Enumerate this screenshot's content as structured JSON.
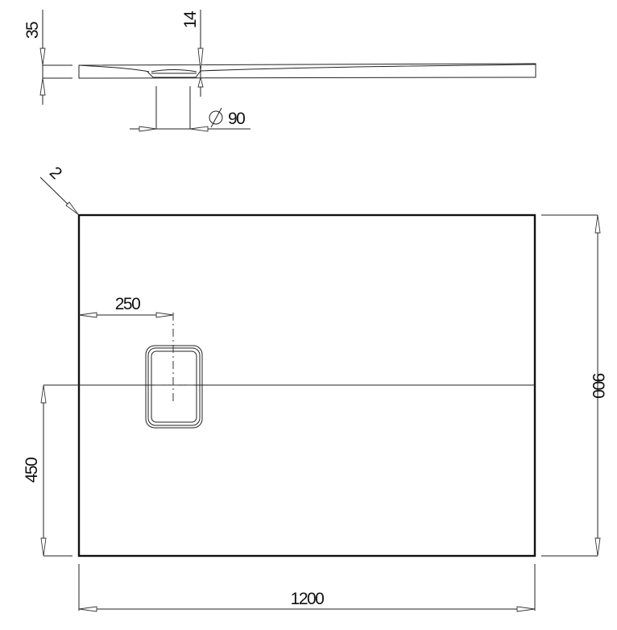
{
  "drawing": {
    "type": "technical-dimension-drawing",
    "subject": "rectangular shower tray with drain",
    "units": "mm",
    "side_view": {
      "total_height": "35",
      "drain_edge_height": "14",
      "drain_diameter_symbol": "∅",
      "drain_diameter": "90"
    },
    "top_view": {
      "corner_radius": "2",
      "drain_offset_from_left": "250",
      "drain_offset_from_bottom": "450",
      "width": "1200",
      "depth": "900"
    }
  },
  "colors": {
    "line": "#111111",
    "background": "#ffffff"
  }
}
